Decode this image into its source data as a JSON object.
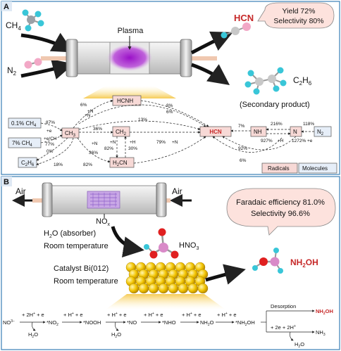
{
  "panel_a": {
    "letter": "A",
    "ch4": "CH",
    "ch4_sub": "4",
    "n2": "N",
    "n2_sub": "2",
    "plasma": "Plasma",
    "hcn": "HCN",
    "bubble_line1": "Yield 72%",
    "bubble_line2": "Selectivity 80%",
    "c2h6": "C",
    "c2h6_sub1": "2",
    "c2h6_h": "H",
    "c2h6_sub2": "6",
    "secondary": "(Secondary product)",
    "nodes": {
      "ch4_01": "0.1% CH",
      "ch4_7": "7% CH",
      "c2h6_box": "C",
      "ch3": "CH",
      "ch2": "CH",
      "hcnh": "HCNH",
      "h2cn": "H",
      "hcn": "HCN",
      "nh": "NH",
      "n": "N",
      "n2": "N"
    },
    "edge_labels": {
      "e87": "87%",
      "e77": "77%",
      "e0": "0%",
      "e18": "18%",
      "pe1": "+e",
      "pech3": "+e/CH",
      "e6a": "6%",
      "e8": "8%",
      "e6b": "6%",
      "e13": "13%",
      "e36a": "36%",
      "e79": "79%",
      "e36b": "36%",
      "e82a": "82%",
      "e30": "30%",
      "e82b": "82%",
      "e7": "7%",
      "e216": "216%",
      "e927": "927%",
      "e118": "118%",
      "e1272": "1272%",
      "e92": "92%",
      "e6c": "6%",
      "pn1": "+N",
      "pn2": "+N",
      "pn3": "+N",
      "pn4": "+N",
      "pn5": "+N",
      "ph": "+H",
      "ph2": "+H",
      "pe2": "+e"
    },
    "legend_radicals": "Radicals",
    "legend_molecules": "Molecules"
  },
  "panel_b": {
    "letter": "B",
    "air_left": "Air",
    "air_right": "Air",
    "nox": "NO",
    "nox_sub": "x",
    "h2o_absorber": "H",
    "h2o_absorber_rest": "O (absorber)",
    "room_temp_1": "Room temperature",
    "hno3": "HNO",
    "hno3_sub": "3",
    "catalyst": "Catalyst Bi(012)",
    "room_temp_2": "Room temperature",
    "bubble_line1": "Faradaic efficiency 81.0%",
    "bubble_line2": "Selectivity 96.6%",
    "nh2oh": "NH",
    "nh2oh_rest": "OH",
    "pathway": {
      "s0": "NO",
      "s1": "*NO",
      "s2": "*NOOH",
      "s3": "*NO",
      "s4": "*NHO",
      "s5": "NH",
      "s6": "*NH",
      "step": "+ H",
      "step_first": "+ 2H",
      "plus_e": " + e",
      "h2o": "H",
      "desorption": "Desorption",
      "product1": "NH",
      "product2": "NH",
      "extra": "+ 2e + 2H",
      "h2o_last": "H"
    }
  },
  "colors": {
    "hcn_red": "#c62828",
    "plasma_purple": "#a020c8",
    "node_pink": "#f7d9d6",
    "node_blue": "#e6eef8",
    "bubble": "#fde2dd",
    "frame": "#3a7fb6",
    "gold": "#f2c400"
  }
}
